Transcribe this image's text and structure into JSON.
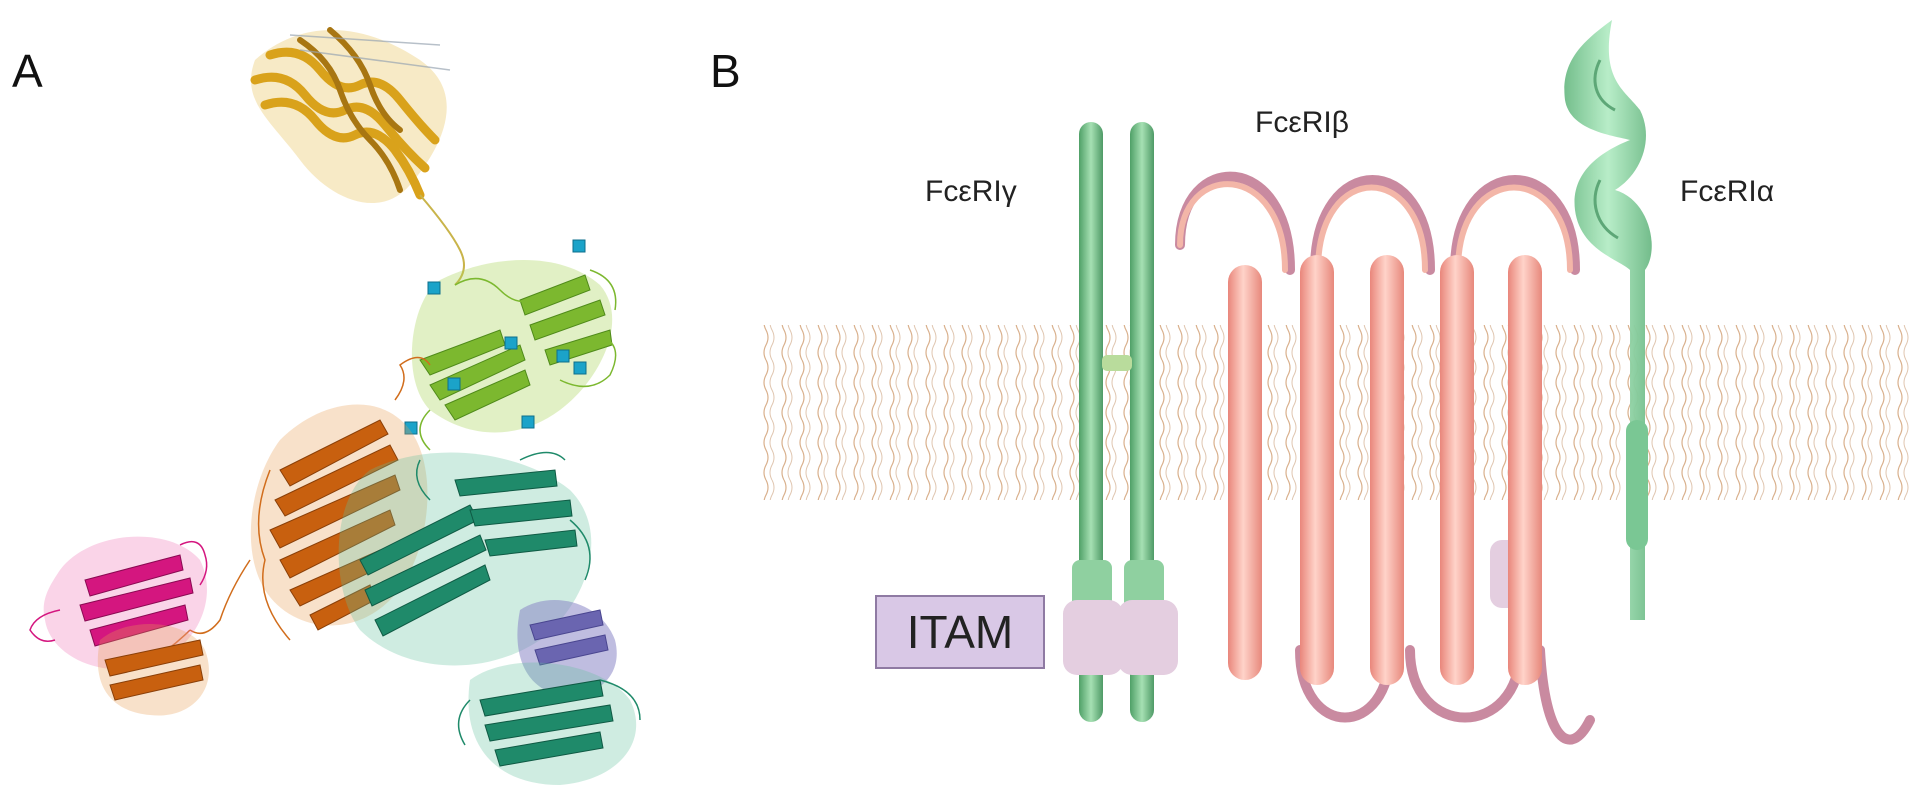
{
  "panels": {
    "a": {
      "letter": "A"
    },
    "b": {
      "letter": "B"
    }
  },
  "labels": {
    "gamma": "FcεRIγ",
    "beta": "FcεRIβ",
    "alpha": "FcεRIα",
    "itam": "ITAM"
  },
  "colors": {
    "helix_gold": "#d9a21b",
    "sheet_green_light": "#7cb82f",
    "sheet_orange": "#c8600f",
    "sheet_magenta": "#d4167f",
    "sheet_teal": "#1f8a6a",
    "domain_lavender": "#8a86c6",
    "glycan_cyan": "#1ba3c9",
    "lipid_head": "#f2b27a",
    "gamma_chain": "#7cc48c",
    "beta_chain": "#f0a59a",
    "beta_loop": "#c98aa0",
    "itam_fill": "#d9c8e6",
    "alpha_chain": "#8fd3a6"
  }
}
